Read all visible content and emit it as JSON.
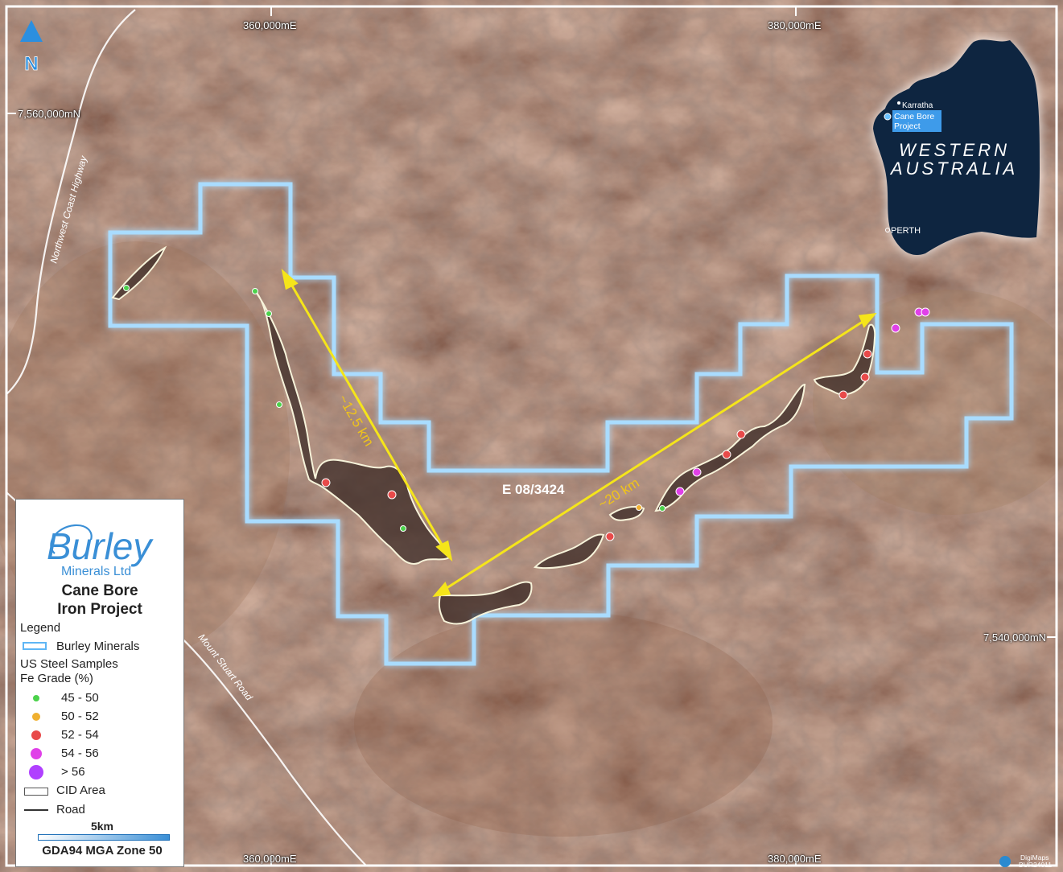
{
  "map": {
    "grid_labels": {
      "east_360_top": "360,000mE",
      "east_380_top": "380,000mE",
      "east_360_bottom": "360,000mE",
      "east_380_bottom": "380,000mE",
      "north_7560": "7,560,000mN",
      "north_7540": "7,540,000mN"
    },
    "north_arrow_label": "N",
    "tenement_label": "E 08/3424",
    "distance_labels": {
      "west": "~12.5 km",
      "east": "~20 km"
    },
    "roads": {
      "northwest": "Northwest Coast Highway",
      "south": "Mount Stuart Road"
    },
    "colors": {
      "tenement": "#a9dcff",
      "arrow": "#f5e51a",
      "distance_text": "#f0c419",
      "cid": "#f7f3da"
    }
  },
  "legend": {
    "logo_name": "Burley",
    "logo_sub": "Minerals Ltd",
    "project_line1": "Cane Bore",
    "project_line2": "Iron Project",
    "title": "Legend",
    "tenement_item": "Burley Minerals",
    "samples_line1": "US Steel Samples",
    "samples_line2": "Fe Grade (%)",
    "grades": [
      {
        "label": "45 - 50",
        "color": "#4bd24b"
      },
      {
        "label": "50 - 52",
        "color": "#f0b030"
      },
      {
        "label": "52 - 54",
        "color": "#e84a4a"
      },
      {
        "label": "54 - 56",
        "color": "#e040e8"
      },
      {
        "label": "> 56",
        "color": "#b040ff"
      }
    ],
    "cid_item": "CID Area",
    "road_item": "Road",
    "scale_label": "5km",
    "datum": "GDA94 MGA Zone 50"
  },
  "inset": {
    "state_line1": "WESTERN",
    "state_line2": "AUSTRALIA",
    "town_karratha": "Karratha",
    "project_line1": "Cane Bore",
    "project_line2": "Project",
    "town_perth": "PERTH"
  },
  "credit": {
    "line1": "DigiMaps",
    "line2": "BUR24011"
  }
}
